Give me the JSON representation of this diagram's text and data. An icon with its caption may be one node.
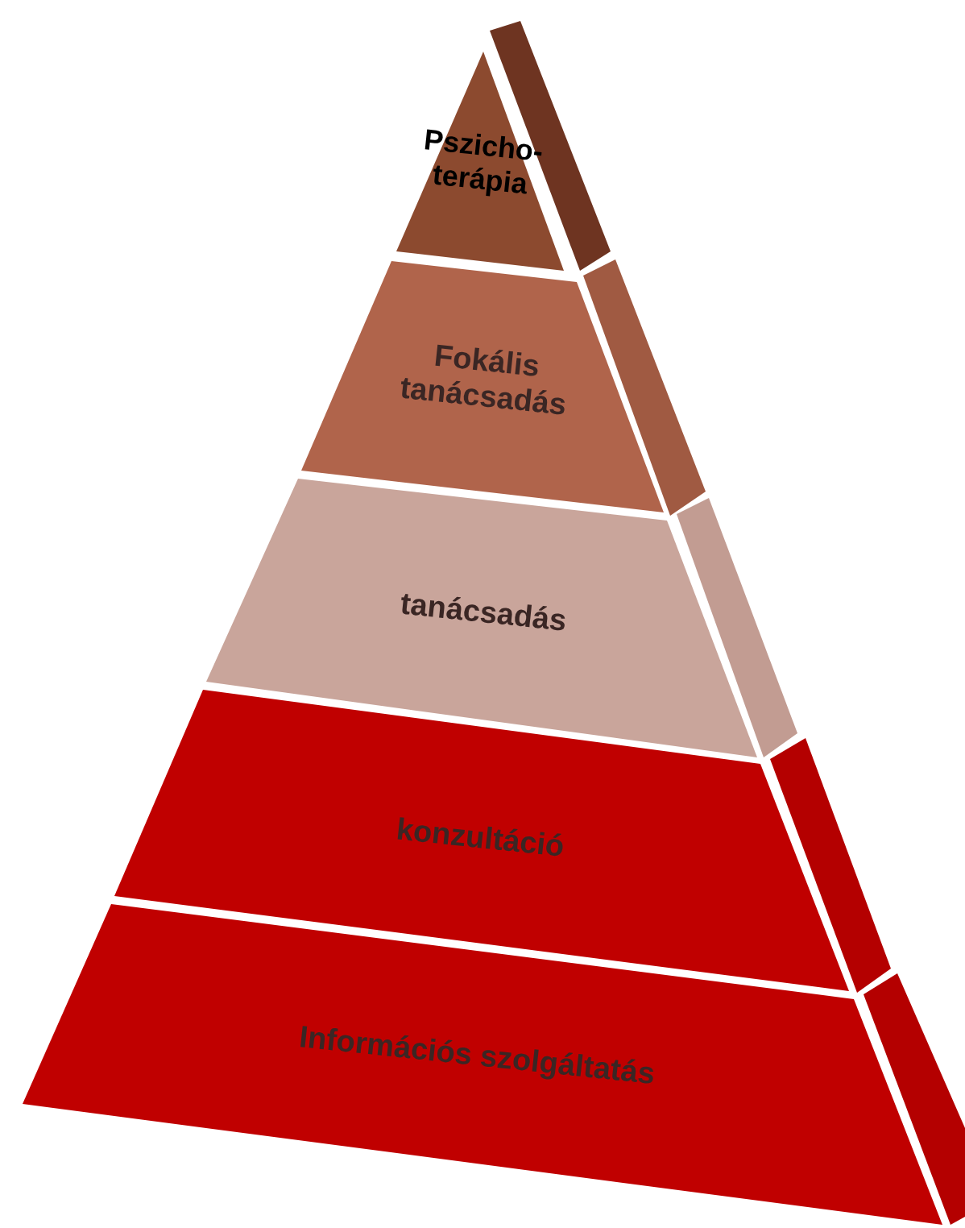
{
  "diagram": {
    "nodes": [
      {
        "text": [
          "Pszicho-terápia"
        ]
      },
      {
        "text": [
          "Fokális tanácsadás"
        ]
      },
      {
        "text": [
          "tanácsadás"
        ]
      },
      {
        "text": [
          "konzultáció"
        ]
      },
      {
        "text": [
          "Információs szolgáltatás"
        ]
      }
    ]
  }
}
